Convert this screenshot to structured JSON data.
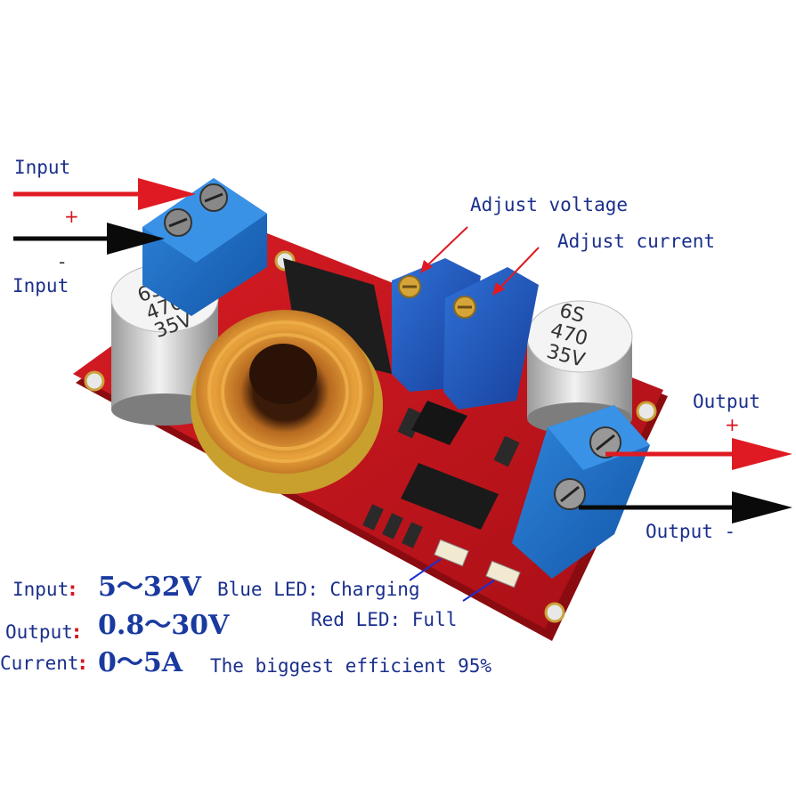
{
  "labels": {
    "input_positive": "Input",
    "input_negative": "Input",
    "plus_sign": "+",
    "minus_sign": "-",
    "adjust_voltage": "Adjust voltage",
    "adjust_current": "Adjust current",
    "output_positive": "Output",
    "output_negative": "Output -",
    "output_plus_sign": "+",
    "blue_led": "Blue LED: Charging",
    "red_led": "Red LED: Full"
  },
  "capacitor_marking": {
    "line1": "6S",
    "line2": "470",
    "line3": "35V"
  },
  "specs": {
    "input_label": "Input",
    "input_value": "5～32V",
    "output_label": "Output",
    "output_value": "0.8～30V",
    "current_label": "Current",
    "current_value": "0～5A",
    "efficiency": "The biggest efficient 95%"
  },
  "colors": {
    "pcb": "#c8141c",
    "terminal": "#1f6fc8",
    "arrow_positive": "#e01a22",
    "arrow_negative": "#0a0a0a",
    "label_text": "#1a2f8c"
  }
}
